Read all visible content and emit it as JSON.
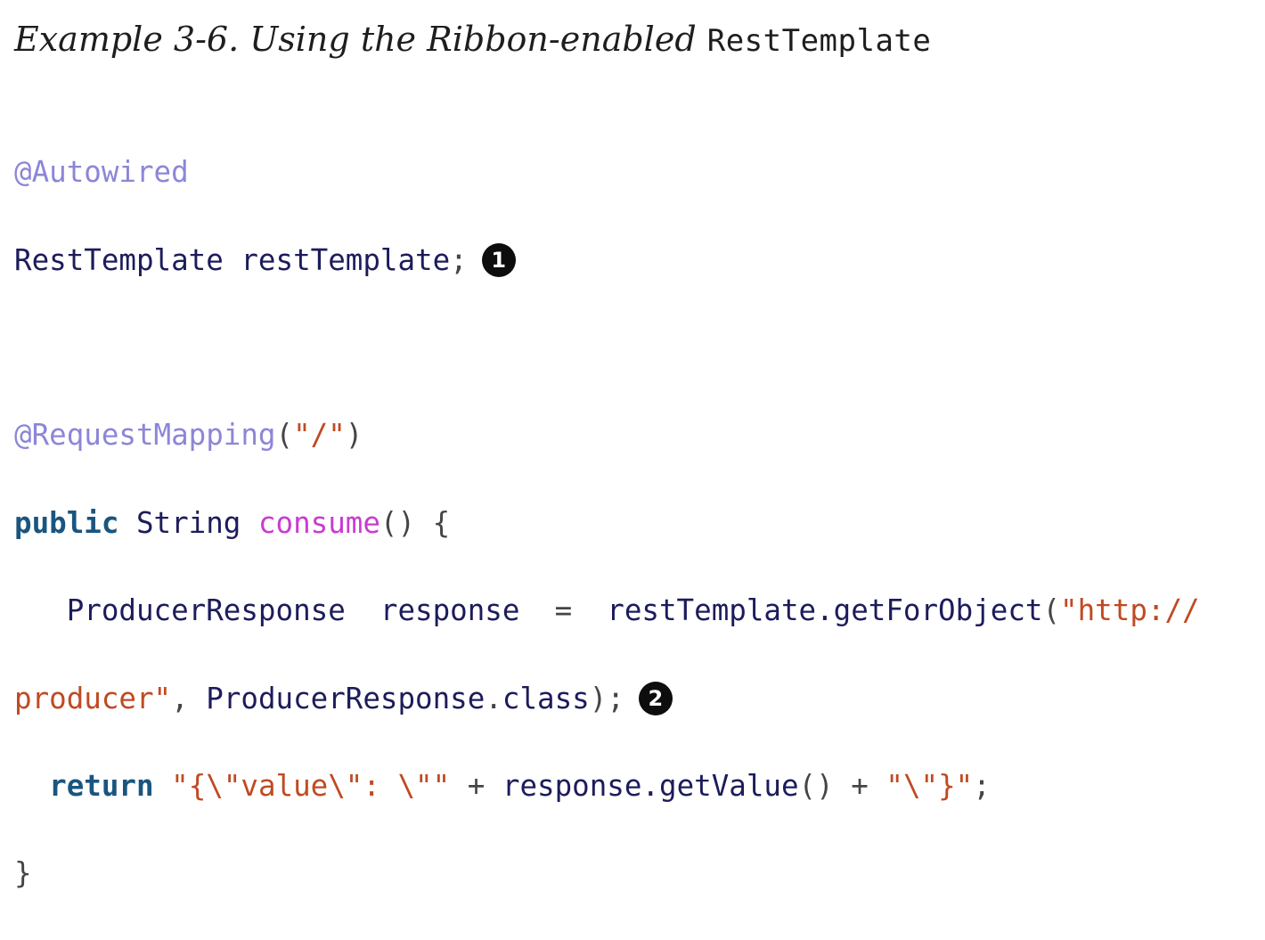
{
  "caption": {
    "prefix": "Example 3-6. Using the Ribbon-enabled ",
    "code_term": "RestTemplate"
  },
  "code": {
    "l1_annotation": "@Autowired",
    "l2_decl": "RestTemplate restTemplate",
    "l2_semi": ";",
    "callout_1": "1",
    "l4_annotation": "@RequestMapping",
    "l4_open": "(",
    "l4_string": "\"/\"",
    "l4_close": ")",
    "l5_keyword": "public",
    "l5_type": " String ",
    "l5_method": "consume",
    "l5_rest": "() {",
    "l6_indent": "   ",
    "l6_decl": "ProducerResponse  response  ",
    "l6_eq": "=",
    "l6_call": "  restTemplate.getForObject",
    "l6_paren": "(",
    "l6_string": "\"http://",
    "l7_string": "producer\"",
    "l7_comma": ", ",
    "l7_class": "ProducerResponse",
    "l7_dot": ".",
    "l7_kw": "class",
    "l7_end": ");",
    "callout_2": "2",
    "l8_indent": "  ",
    "l8_keyword": "return",
    "l8_sp": " ",
    "l8_string1": "\"{\\\"value\\\": \\\"\"",
    "l8_plus1": " + ",
    "l8_call": "response.getValue",
    "l8_parens": "()",
    "l8_plus2": " + ",
    "l8_string2": "\"\\\"}\"",
    "l8_semi": ";",
    "l9_brace": "}"
  }
}
